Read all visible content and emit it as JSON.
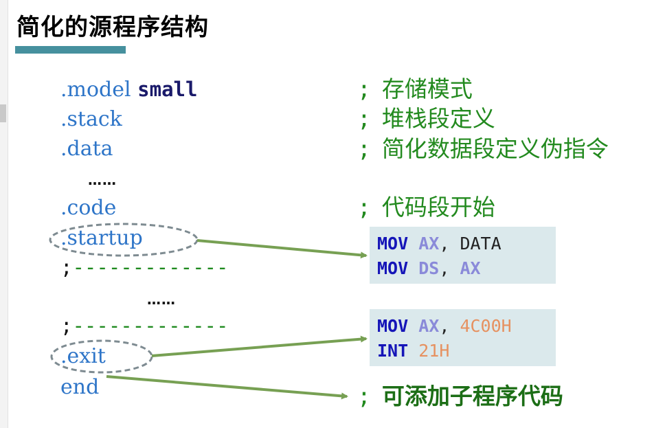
{
  "page": {
    "title": "简化的源程序结构"
  },
  "code_lines": {
    "model_directive": ".model",
    "model_value": "small",
    "stack": ".stack",
    "data": ".data",
    "ellipsis_1": "……",
    "code": ".code",
    "startup": ".startup",
    "dash_1_semi": ";",
    "dash_1": "-------------",
    "ellipsis_2": "……",
    "dash_2_semi": ";",
    "dash_2": "-------------",
    "exit": ".exit",
    "end": "end"
  },
  "comments": {
    "semi": ";",
    "model": "存储模式",
    "stack": "堆栈段定义",
    "data": "简化数据段定义伪指令",
    "code": "代码段开始",
    "end": "可添加子程序代码"
  },
  "startup_box": {
    "line1": {
      "op": "MOV",
      "reg": "AX",
      "sep": ", ",
      "arg": "DATA"
    },
    "line2": {
      "op": "MOV",
      "reg": "DS",
      "sep": ", ",
      "arg": "AX"
    }
  },
  "exit_box": {
    "line1": {
      "op": "MOV",
      "reg": "AX",
      "sep": ", ",
      "arg": "4C00H"
    },
    "line2": {
      "op": "INT",
      "sp": " ",
      "arg": "21H"
    }
  },
  "colors": {
    "accent_bar": "#46909e",
    "arrow": "#77a053",
    "ellipse": "#7e8b91",
    "box_bg": "#dbe9ec",
    "comment_green": "#238a1f",
    "directive_blue": "#2e75c8"
  }
}
